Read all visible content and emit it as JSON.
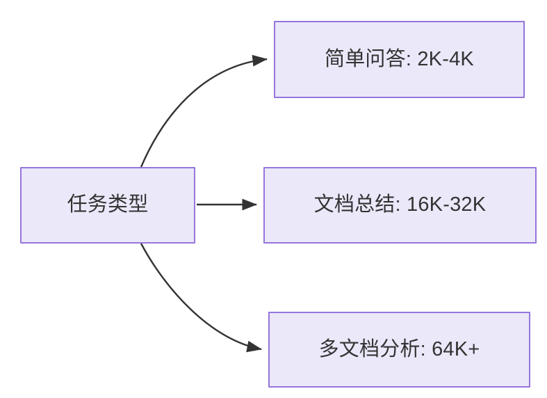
{
  "diagram": {
    "type": "flowchart",
    "direction": "left-to-right",
    "background_color": "#ffffff",
    "node_fill_color": "#ebe8fa",
    "node_border_color": "#9575db",
    "node_text_color": "#333333",
    "edge_color": "#333333",
    "nodes": [
      {
        "id": "source",
        "label": "任务类型",
        "role": "root"
      },
      {
        "id": "simple",
        "label": "简单问答: 2K-4K",
        "role": "leaf"
      },
      {
        "id": "summary",
        "label": "文档总结: 16K-32K",
        "role": "leaf"
      },
      {
        "id": "multi",
        "label": "多文档分析: 64K+",
        "role": "leaf"
      }
    ],
    "edges": [
      {
        "from": "source",
        "to": "simple",
        "style": "curved",
        "arrow": "triangle"
      },
      {
        "from": "source",
        "to": "summary",
        "style": "straight",
        "arrow": "triangle"
      },
      {
        "from": "source",
        "to": "multi",
        "style": "curved",
        "arrow": "triangle"
      }
    ]
  }
}
